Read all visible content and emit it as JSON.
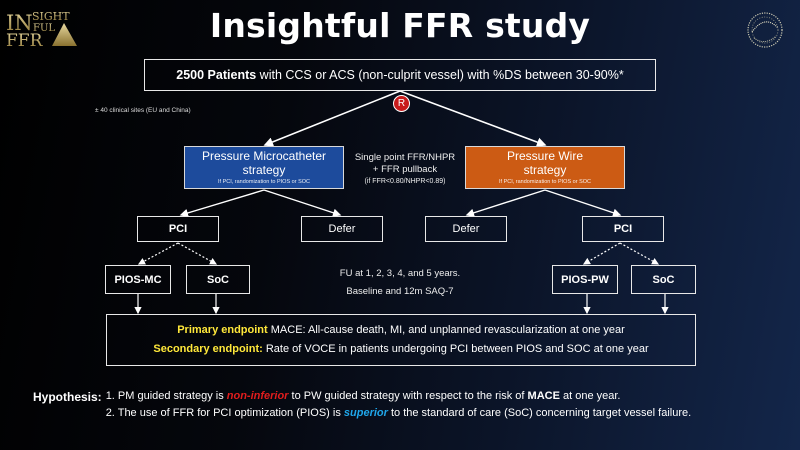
{
  "title": "Insightful FFR study",
  "logos": {
    "left": {
      "icon": "insightful-ffr-logo",
      "lines": [
        "IN",
        "SIGHT",
        "FUL",
        "FFR"
      ]
    },
    "right": {
      "icon": "globe-sphere-logo"
    }
  },
  "colors": {
    "pressure_microcatheter": "#1d4b9c",
    "pressure_wire": "#cc5b14",
    "randomization": "#c81b1b",
    "endpoint_highlight": "#ffe83a",
    "non_inferior": "#e11d1d",
    "superior": "#1fa6ea"
  },
  "population": {
    "bold": "2500 Patients",
    "rest": " with CCS or ACS (non-culprit vessel) with %DS between 30-90%*"
  },
  "sites_note": "± 40 clinical sites (EU and China)",
  "randomization_label": "R",
  "arms": {
    "left": {
      "title_line1": "Pressure Microcatheter",
      "title_line2": "strategy",
      "note": "If PCI, randomization to PIOS or SOC",
      "pci": "PCI",
      "defer": "Defer",
      "pci_options": [
        "PIOS-MC",
        "SoC"
      ]
    },
    "right": {
      "title_line1": "Pressure Wire",
      "title_line2": "strategy",
      "note": "If PCI, randomization to PIOS or SOC",
      "pci": "PCI",
      "defer": "Defer",
      "pci_options": [
        "PIOS-PW",
        "SoC"
      ]
    }
  },
  "measurement": {
    "line1": "Single point FFR/NHPR",
    "line2": "+ FFR pullback",
    "line3": "(if FFR<0.80/NHPR<0.89)"
  },
  "follow_up": {
    "line1": "FU at 1, 2, 3, 4, and 5 years.",
    "line2": "Baseline and 12m SAQ-7"
  },
  "endpoints": {
    "primary_label": "Primary endpoint",
    "primary_text": " MACE: All-cause death, MI, and unplanned revascularization at one year",
    "secondary_label": "Secondary endpoint:",
    "secondary_text": " Rate of VOCE in patients undergoing PCI between PIOS and SOC at one year"
  },
  "hypothesis": {
    "label": "Hypothesis:",
    "h1_pre": "1. PM guided strategy is ",
    "h1_em": "non-inferior",
    "h1_mid": " to PW guided strategy with respect to the risk of ",
    "h1_bold": "MACE",
    "h1_post": " at one year.",
    "h2_pre": "2. The use of FFR for PCI optimization (PIOS) is ",
    "h2_em": "superior",
    "h2_post": " to the standard of care (SoC) concerning target vessel failure."
  }
}
